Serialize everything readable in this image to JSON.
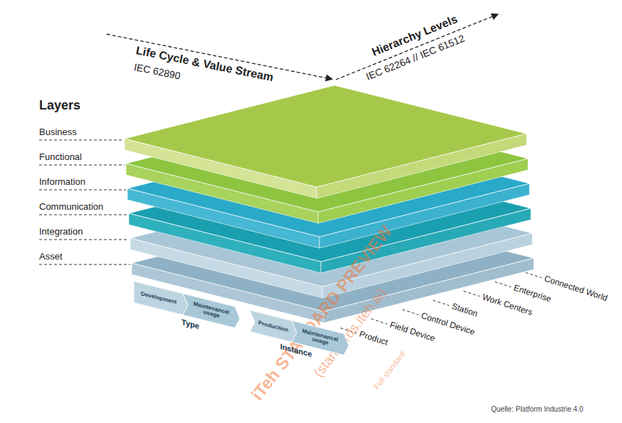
{
  "diagram": {
    "nodes": [
      {
        "text": [
          "Type"
        ]
      },
      {
        "text": [
          "Development"
        ],
        "in": 0
      },
      {
        "text": [
          "Maintenance/ usage"
        ],
        "in": 0
      },
      {
        "text": [
          "Instance"
        ]
      },
      {
        "text": [
          "Production"
        ],
        "in": 3
      },
      {
        "text": [
          "Maintenance/ usage"
        ],
        "in": 3
      }
    ],
    "labels": [
      "Layers",
      "Business",
      "Functional",
      "Information",
      "Communication",
      "Integration",
      "Asset",
      "Life Cycle & Value Stream",
      "IEC 62890",
      "Hierarchy Levels",
      "IEC 62264 // IEC 61512",
      "Connected World",
      "Enterprise",
      "Work Centers",
      "Station",
      "Control Device",
      "Field Device",
      "Product",
      "Quelle: Platform Industrie 4.0",
      "iTeh STANDARD PREVIEW",
      "(standards.iteh.ai)",
      "Full standard:"
    ]
  }
}
